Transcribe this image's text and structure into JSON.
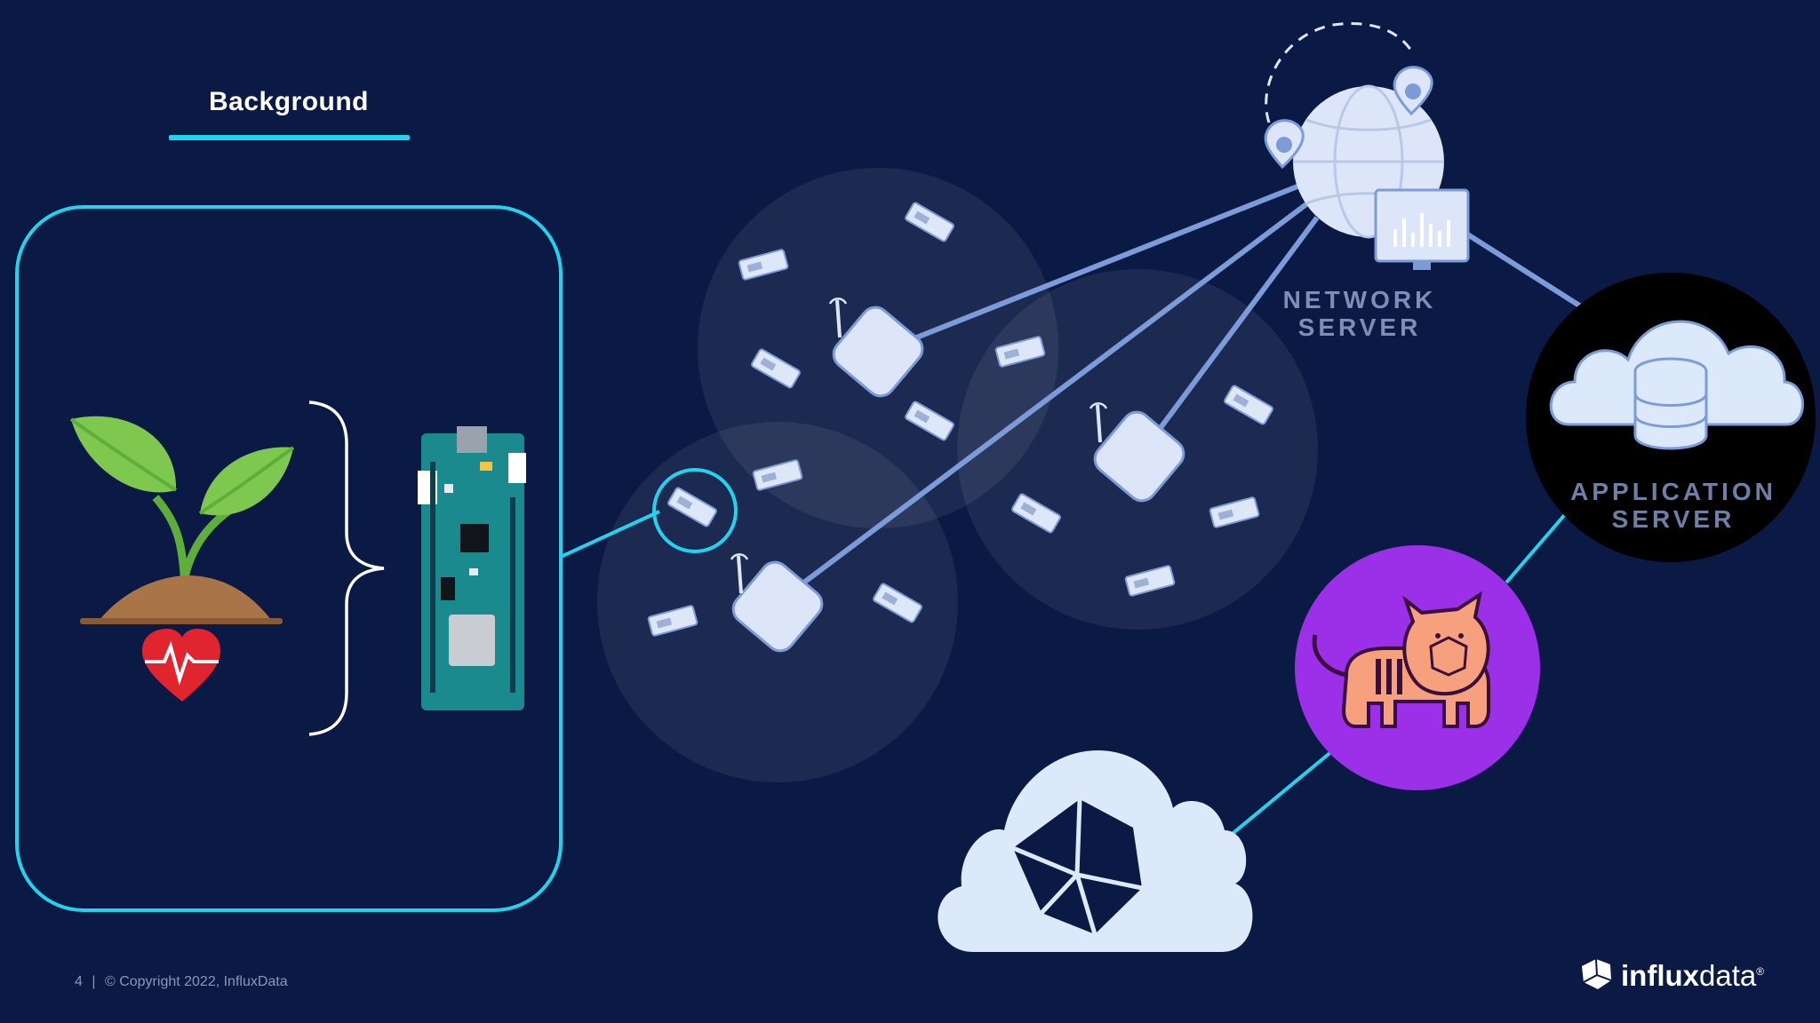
{
  "slide": {
    "title": "Background",
    "network_server_label": "NETWORK\nSERVER",
    "application_server_label": "APPLICATION\nSERVER",
    "footer": {
      "page_number": "4",
      "separator": "|",
      "copyright": "© Copyright 2022,  InfluxData"
    },
    "logo": {
      "bold_part": "influx",
      "regular_part": "data",
      "mark": "®"
    }
  },
  "icons": {
    "plant": "sprout-icon",
    "heart": "heart-pulse-icon",
    "board": "arduino-board-icon",
    "gateway": "lora-gateway-icon",
    "sensor": "sensor-node-icon",
    "globe": "globe-icon",
    "monitor": "monitor-chart-icon",
    "location": "location-pin-icon",
    "cloud_db": "cloud-database-icon",
    "telegraf": "telegraf-tiger-icon",
    "influx_cloud": "influxdb-cloud-icon"
  },
  "colors": {
    "background": "#0b1a44",
    "accent_cyan": "#22d3ee",
    "link_blue": "#7c9bd9",
    "purple": "#9b30e8",
    "cloud": "#dce9fb"
  }
}
